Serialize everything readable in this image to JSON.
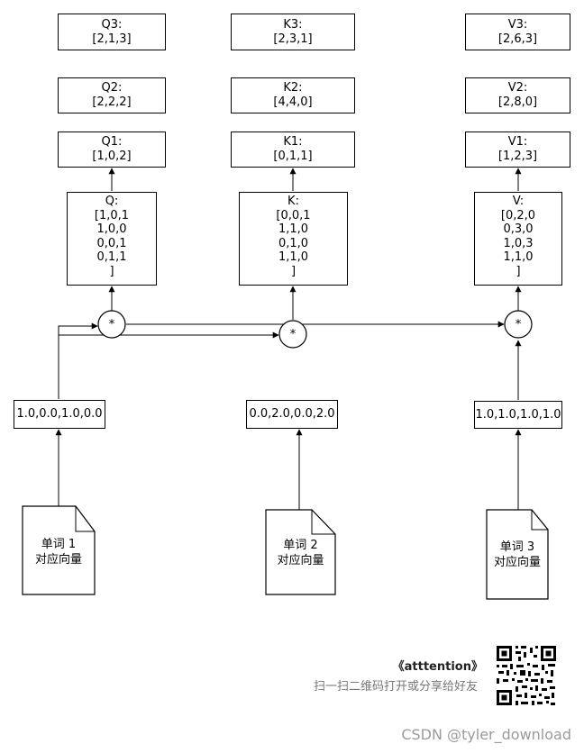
{
  "q_column": {
    "q3": "Q3:\n[2,1,3]",
    "q2": "Q2:\n[2,2,2]",
    "q1": "Q1:\n[1,0,2]",
    "matrix": "Q:\n[1,0,1\n1,0,0\n0,0,1\n0,1,1\n]"
  },
  "k_column": {
    "k3": "K3:\n[2,3,1]",
    "k2": "K2:\n[4,4,0]",
    "k1": "K1:\n[0,1,1]",
    "matrix": "K:\n[0,0,1\n1,1,0\n0,1,0\n1,1,0\n]"
  },
  "v_column": {
    "v3": "V3:\n[2,6,3]",
    "v2": "V2:\n[2,8,0]",
    "v1": "V1:\n[1,2,3]",
    "matrix": "V:\n[0,2,0\n0,3,0\n1,0,3\n1,1,0\n]"
  },
  "operators": {
    "op1": "*",
    "op2": "*",
    "op3": "*"
  },
  "inputs": {
    "input1": "1.0,0.0,1.0,0.0",
    "input2": "0.0,2.0,0.0,2.0",
    "input3": "1.0,1.0,1.0,1.0"
  },
  "documents": {
    "doc1": "单词 1\n对应向量",
    "doc2": "单词 2\n对应向量",
    "doc3": "单词 3\n对应向量"
  },
  "footer": {
    "title": "《atttention》",
    "subtitle": "扫一扫二维码打开或分享给好友",
    "watermark": "CSDN @tyler_download"
  }
}
